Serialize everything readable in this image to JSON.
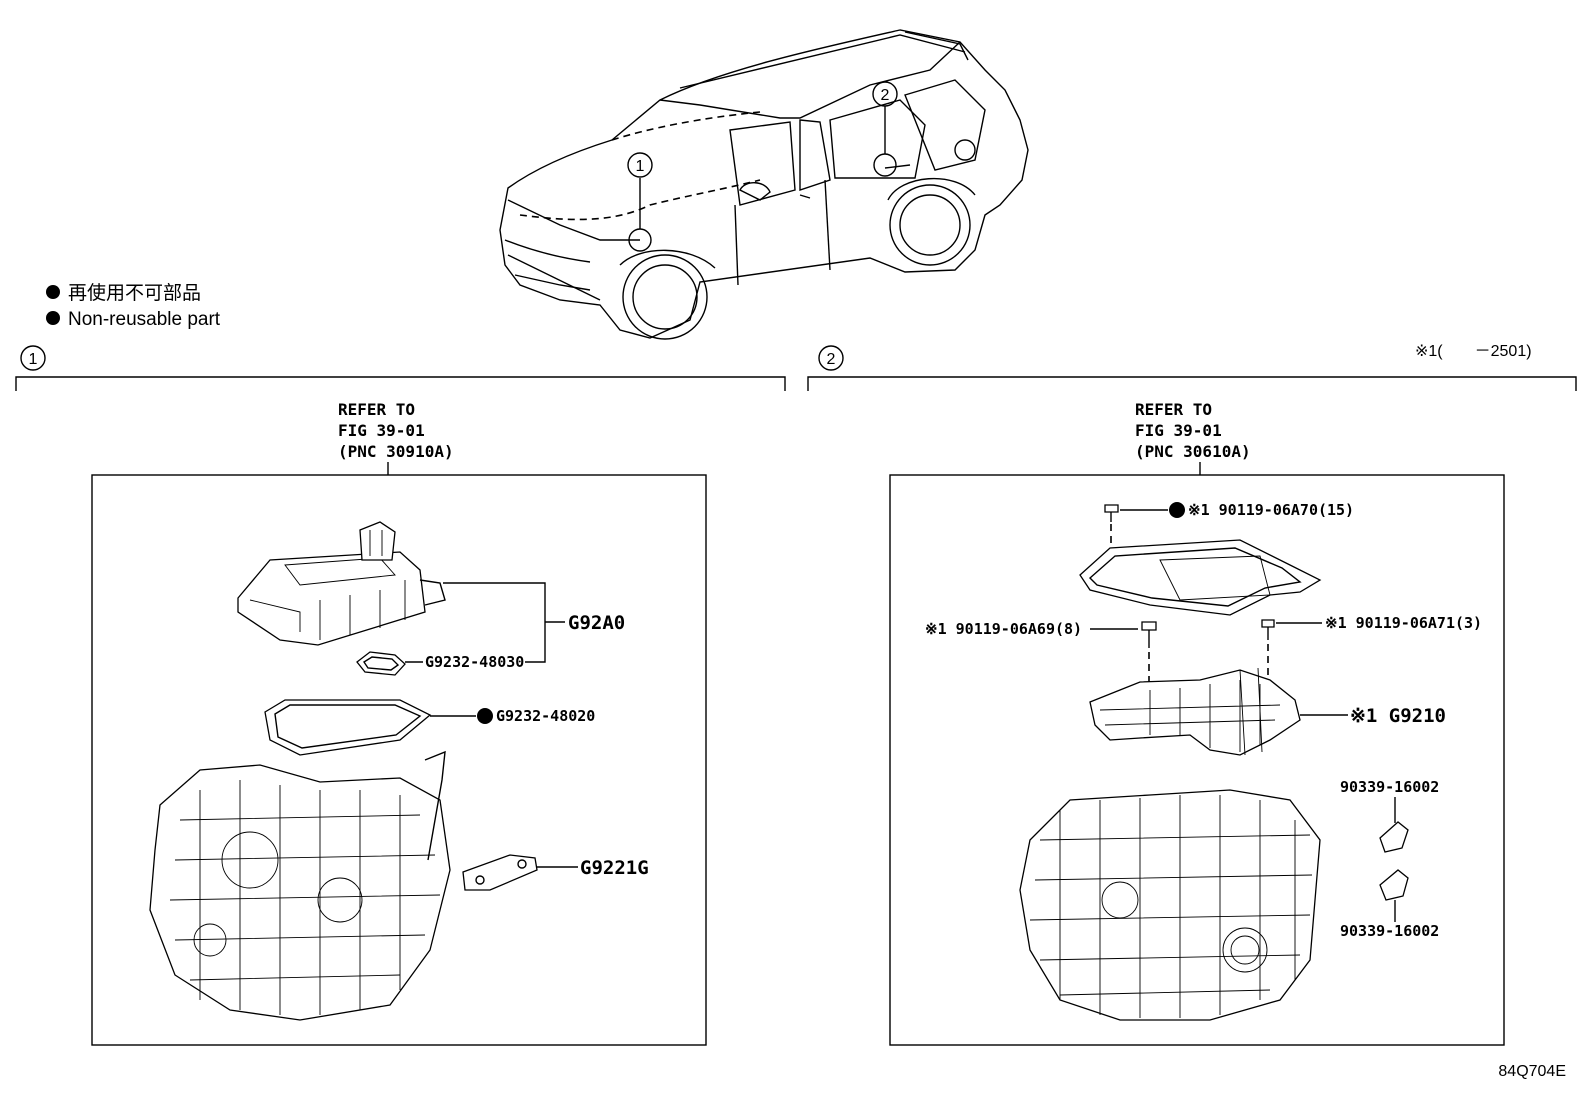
{
  "legend": {
    "jp_text": "再使用不可部品",
    "en_text": "Non-reusable part"
  },
  "vehicle": {
    "marker_1": "1",
    "marker_2": "2"
  },
  "section_1": {
    "number": "1",
    "refer_line1": "REFER TO",
    "refer_line2": "FIG 39-01",
    "refer_line3": "(PNC 30910A)",
    "parts": {
      "inverter_assy": "G92A0",
      "gasket_a": "G9232-48030",
      "gasket_b": "G9232-48020",
      "cover_plate": "G9221G"
    }
  },
  "section_2": {
    "number": "2",
    "note": "※1(　　－2501)",
    "refer_line1": "REFER TO",
    "refer_line2": "FIG 39-01",
    "refer_line3": "(PNC 30610A)",
    "parts": {
      "bolt_top": "※1 90119-06A70(15)",
      "bolt_left": "※1 90119-06A69(8)",
      "bolt_right": "※1 90119-06A71(3)",
      "inverter": "※1 G9210",
      "plug_top": "90339-16002",
      "plug_bottom": "90339-16002"
    }
  },
  "figure_id": "84Q704E"
}
